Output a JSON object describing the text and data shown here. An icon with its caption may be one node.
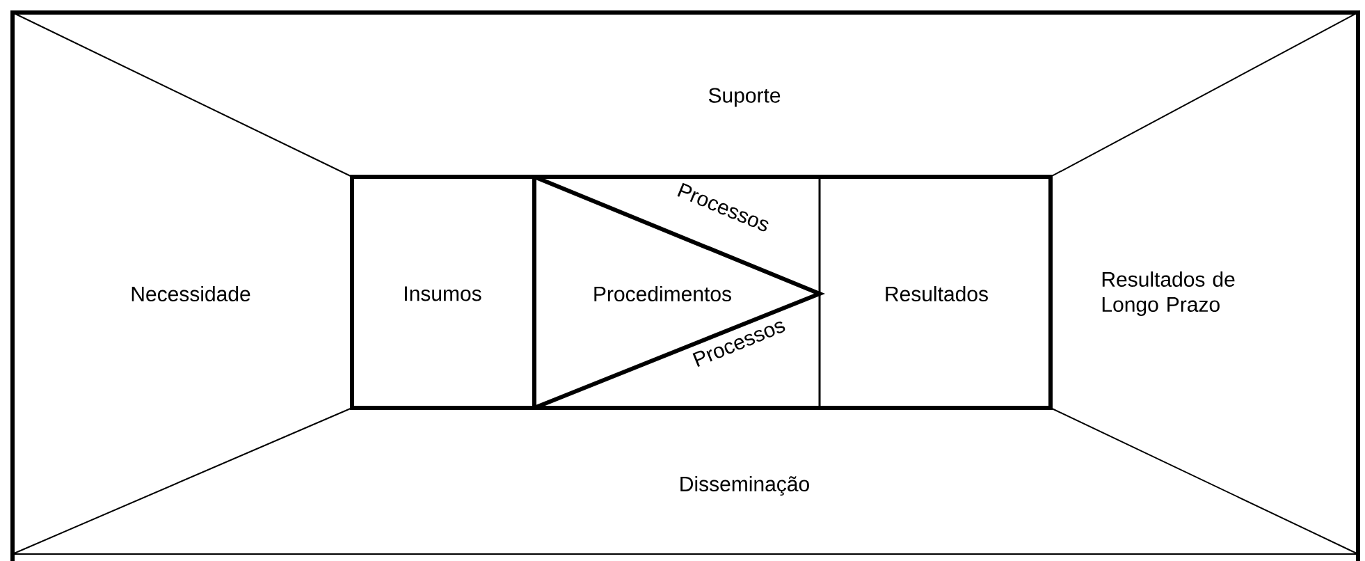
{
  "diagram": {
    "nodes": [
      {
        "text": [
          "Suporte"
        ]
      },
      {
        "text": [
          "Necessidade"
        ]
      },
      {
        "text": [
          "Insumos"
        ]
      },
      {
        "text": [
          "Procedimentos"
        ]
      },
      {
        "text": [
          "Resultados"
        ]
      },
      {
        "text": [
          "Resultados de Longo Prazo"
        ]
      },
      {
        "text": [
          "Disseminação"
        ]
      }
    ],
    "labels": [
      "Processos",
      "Processos"
    ]
  }
}
